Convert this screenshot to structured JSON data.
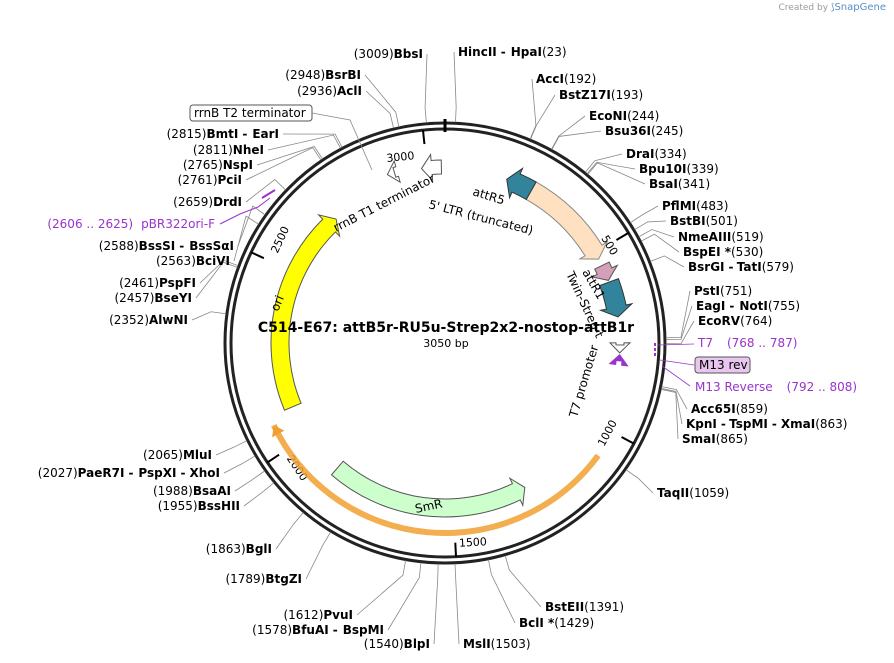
{
  "credit": {
    "prefix": "Created by",
    "brand": "SnapGene"
  },
  "plasmid": {
    "name": "C514-E67: attB5r-RU5u-Strep2x2-nostop-attB1r",
    "size_label": "3050 bp",
    "length": 3050
  },
  "ticks": [
    {
      "pos": 3000,
      "label": "3000"
    },
    {
      "pos": 500,
      "label": "500"
    },
    {
      "pos": 1000,
      "label": "1000"
    },
    {
      "pos": 1500,
      "label": "1500"
    },
    {
      "pos": 2000,
      "label": "2000"
    },
    {
      "pos": 2500,
      "label": "2500"
    }
  ],
  "sites": [
    {
      "id": "bbsi",
      "names": [
        "BbsI"
      ],
      "pos_label": "(3009)",
      "cut": 3009
    },
    {
      "id": "hincii",
      "names": [
        "HincII",
        "HpaI"
      ],
      "pos_label": "(23)",
      "cut": 23
    },
    {
      "id": "bsrbi",
      "names": [
        "BsrBI"
      ],
      "pos_label": "(2948)",
      "cut": 2948
    },
    {
      "id": "acli",
      "names": [
        "AclI"
      ],
      "pos_label": "(2936)",
      "cut": 2936
    },
    {
      "id": "acci",
      "names": [
        "AccI"
      ],
      "pos_label": "(192)",
      "cut": 192
    },
    {
      "id": "bstz17i",
      "names": [
        "BstZ17I"
      ],
      "pos_label": "(193)",
      "cut": 193
    },
    {
      "id": "econi",
      "names": [
        "EcoNI"
      ],
      "pos_label": "(244)",
      "cut": 244
    },
    {
      "id": "bsu36i",
      "names": [
        "Bsu36I"
      ],
      "pos_label": "(245)",
      "cut": 245
    },
    {
      "id": "bmti",
      "names": [
        "BmtI",
        "EarI"
      ],
      "pos_label": "(2815)",
      "cut": 2815
    },
    {
      "id": "nhei",
      "names": [
        "NheI"
      ],
      "pos_label": "(2811)",
      "cut": 2811
    },
    {
      "id": "nspi",
      "names": [
        "NspI"
      ],
      "pos_label": "(2765)",
      "cut": 2765
    },
    {
      "id": "pcii",
      "names": [
        "PciI"
      ],
      "pos_label": "(2761)",
      "cut": 2761
    },
    {
      "id": "drai",
      "names": [
        "DraI"
      ],
      "pos_label": "(334)",
      "cut": 334
    },
    {
      "id": "bpu10i",
      "names": [
        "Bpu10I"
      ],
      "pos_label": "(339)",
      "cut": 339
    },
    {
      "id": "bsai",
      "names": [
        "BsaI"
      ],
      "pos_label": "(341)",
      "cut": 341
    },
    {
      "id": "drdi",
      "names": [
        "DrdI"
      ],
      "pos_label": "(2659)",
      "cut": 2659
    },
    {
      "id": "pflmi",
      "names": [
        "PflMI"
      ],
      "pos_label": "(483)",
      "cut": 483
    },
    {
      "id": "bstbi",
      "names": [
        "BstBI"
      ],
      "pos_label": "(501)",
      "cut": 501
    },
    {
      "id": "nmeaiii",
      "names": [
        "NmeAIII"
      ],
      "pos_label": "(519)",
      "cut": 519
    },
    {
      "id": "bspei",
      "names": [
        "BspEI *"
      ],
      "pos_label": "(530)",
      "cut": 530
    },
    {
      "id": "bsrgi",
      "names": [
        "BsrGI",
        "TatI"
      ],
      "pos_label": "(579)",
      "cut": 579
    },
    {
      "id": "bsssi",
      "names": [
        "BssSI",
        "BssSαI"
      ],
      "pos_label": "(2588)",
      "cut": 2588
    },
    {
      "id": "bcivi",
      "names": [
        "BciVI"
      ],
      "pos_label": "(2563)",
      "cut": 2563
    },
    {
      "id": "pspfi",
      "names": [
        "PspFI"
      ],
      "pos_label": "(2461)",
      "cut": 2461
    },
    {
      "id": "bseyi",
      "names": [
        "BseYI"
      ],
      "pos_label": "(2457)",
      "cut": 2457
    },
    {
      "id": "psti",
      "names": [
        "PstI"
      ],
      "pos_label": "(751)",
      "cut": 751
    },
    {
      "id": "eagi",
      "names": [
        "EagI",
        "NotI"
      ],
      "pos_label": "(755)",
      "cut": 755
    },
    {
      "id": "ecorv",
      "names": [
        "EcoRV"
      ],
      "pos_label": "(764)",
      "cut": 764
    },
    {
      "id": "alwni",
      "names": [
        "AlwNI"
      ],
      "pos_label": "(2352)",
      "cut": 2352
    },
    {
      "id": "acc65i",
      "names": [
        "Acc65I"
      ],
      "pos_label": "(859)",
      "cut": 859
    },
    {
      "id": "kpni",
      "names": [
        "KpnI",
        "TspMI",
        "XmaI"
      ],
      "pos_label": "(863)",
      "cut": 863
    },
    {
      "id": "smai",
      "names": [
        "SmaI"
      ],
      "pos_label": "(865)",
      "cut": 865
    },
    {
      "id": "mlui",
      "names": [
        "MluI"
      ],
      "pos_label": "(2065)",
      "cut": 2065
    },
    {
      "id": "paer7i",
      "names": [
        "PaeR7I",
        "PspXI",
        "XhoI"
      ],
      "pos_label": "(2027)",
      "cut": 2027
    },
    {
      "id": "taqii",
      "names": [
        "TaqII"
      ],
      "pos_label": "(1059)",
      "cut": 1059
    },
    {
      "id": "bsaai",
      "names": [
        "BsaAI"
      ],
      "pos_label": "(1988)",
      "cut": 1988
    },
    {
      "id": "bsshii",
      "names": [
        "BssHII"
      ],
      "pos_label": "(1955)",
      "cut": 1955
    },
    {
      "id": "bgli",
      "names": [
        "BglI"
      ],
      "pos_label": "(1863)",
      "cut": 1863
    },
    {
      "id": "bstgzi",
      "names": [
        "BtgZI"
      ],
      "pos_label": "(1789)",
      "cut": 1789
    },
    {
      "id": "bsteii",
      "names": [
        "BstEII"
      ],
      "pos_label": "(1391)",
      "cut": 1391
    },
    {
      "id": "pvui",
      "names": [
        "PvuI"
      ],
      "pos_label": "(1612)",
      "cut": 1612
    },
    {
      "id": "bclI",
      "names": [
        "BclI *"
      ],
      "pos_label": "(1429)",
      "cut": 1429
    },
    {
      "id": "bfuai",
      "names": [
        "BfuAI",
        "BspMI"
      ],
      "pos_label": "(1578)",
      "cut": 1578
    },
    {
      "id": "blpi",
      "names": [
        "BlpI"
      ],
      "pos_label": "(1540)",
      "cut": 1540
    },
    {
      "id": "msli",
      "names": [
        "MslI"
      ],
      "pos_label": "(1503)",
      "cut": 1503
    }
  ],
  "features": [
    {
      "id": "rrnb-t2",
      "label": "rrnB T2 terminator",
      "boxed": true
    },
    {
      "id": "pbr322ori-f",
      "label": "pBR322ori-F",
      "range_label": "(2606 .. 2625)"
    },
    {
      "id": "t7",
      "label": "T7",
      "range_label": "(768 .. 787)"
    },
    {
      "id": "m13rev-box",
      "label": "M13 rev",
      "boxed": true
    },
    {
      "id": "m13-reverse",
      "label": "M13 Reverse",
      "range_label": "(792 .. 808)"
    }
  ],
  "inner_labels": {
    "rrnb_t1": "rrnB T1 terminator",
    "ltr": "5' LTR (truncated)",
    "attr5": "attR5",
    "attr1": "attR1",
    "twin_strep": "Twin-Strep-tag",
    "t7_promoter": "T7 promoter",
    "ori": "ori",
    "smr": "SmR"
  },
  "colors": {
    "ori": "#ffff00",
    "smr": "#ccffcc",
    "ltr": "#ffe0c0",
    "att": "#31849b",
    "twin_strep": "#d4a0b8",
    "primer": "#9933cc",
    "smr_orf": "#f0a030"
  }
}
